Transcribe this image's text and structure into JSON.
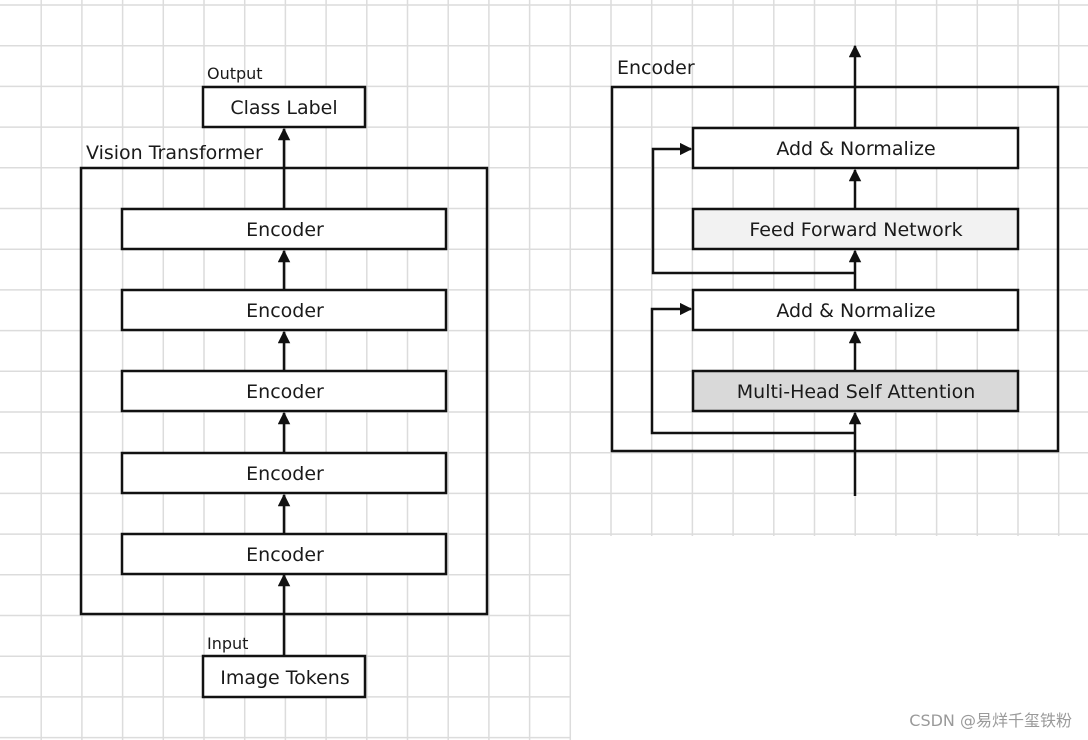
{
  "left_diagram": {
    "output_label": "Output",
    "output_box": "Class Label",
    "container_title": "Vision Transformer",
    "encoders": [
      "Encoder",
      "Encoder",
      "Encoder",
      "Encoder",
      "Encoder"
    ],
    "input_label": "Input",
    "input_box": "Image Tokens"
  },
  "right_diagram": {
    "container_title": "Encoder",
    "blocks": [
      {
        "label": "Add & Normalize",
        "fill": "#ffffff"
      },
      {
        "label": "Feed Forward Network",
        "fill": "#f2f2f2"
      },
      {
        "label": "Add & Normalize",
        "fill": "#ffffff"
      },
      {
        "label": "Multi-Head Self Attention",
        "fill": "#d9d9d9"
      }
    ]
  },
  "colors": {
    "grid": "#dcdcdc",
    "stroke": "#111111",
    "watermark": "#9a9a9a"
  },
  "watermark": "CSDN @易烊千玺铁粉"
}
